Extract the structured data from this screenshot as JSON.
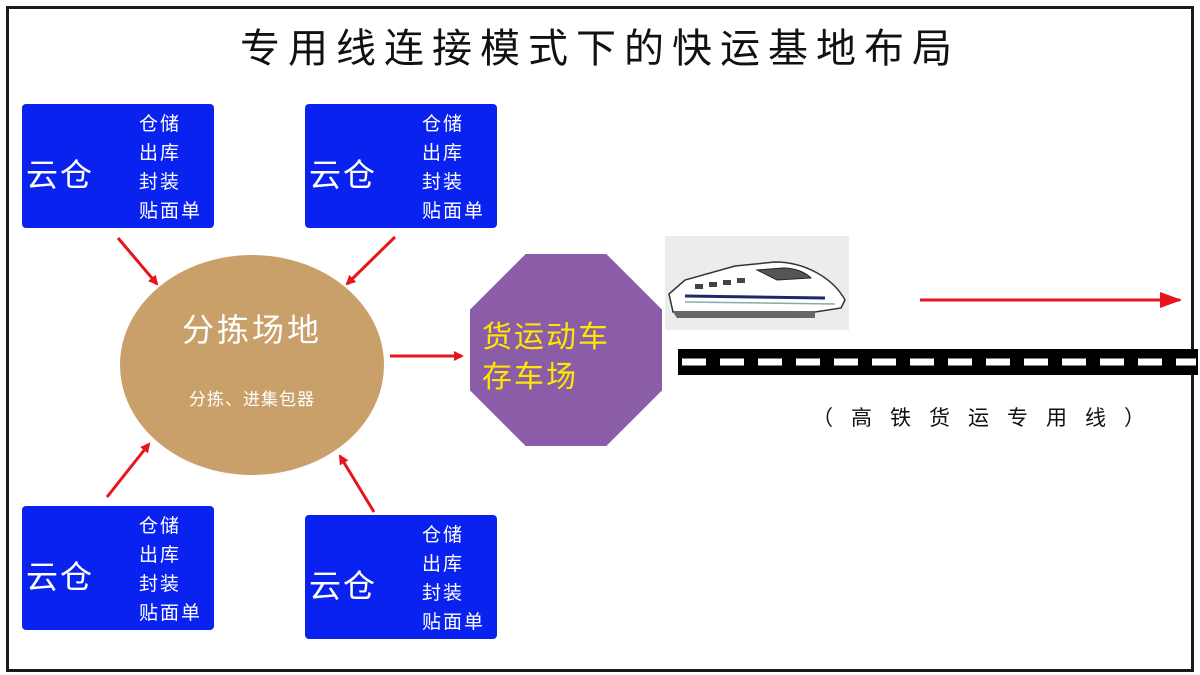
{
  "title": "专用线连接模式下的快运基地布局",
  "clouds": [
    {
      "name": "云仓",
      "ops": [
        "仓储",
        "出库",
        "封装",
        "贴面单"
      ]
    },
    {
      "name": "云仓",
      "ops": [
        "仓储",
        "出库",
        "封装",
        "贴面单"
      ]
    },
    {
      "name": "云仓",
      "ops": [
        "仓储",
        "出库",
        "封装",
        "贴面单"
      ]
    },
    {
      "name": "云仓",
      "ops": [
        "仓储",
        "出库",
        "封装",
        "贴面单"
      ]
    }
  ],
  "hub": {
    "title": "分拣场地",
    "subtitle": "分拣、进集包器"
  },
  "depot": {
    "line1": "货运动车",
    "line2": "存车场"
  },
  "rail": {
    "caption": "（高铁货运专用线）"
  },
  "colors": {
    "cloud_bg": "#0a22ef",
    "hub_bg": "#c9a06a",
    "depot_bg": "#8b5ca8",
    "depot_text": "#ffe600",
    "arrow": "#e8141b"
  },
  "icons": {
    "train": "high-speed-train-icon"
  }
}
